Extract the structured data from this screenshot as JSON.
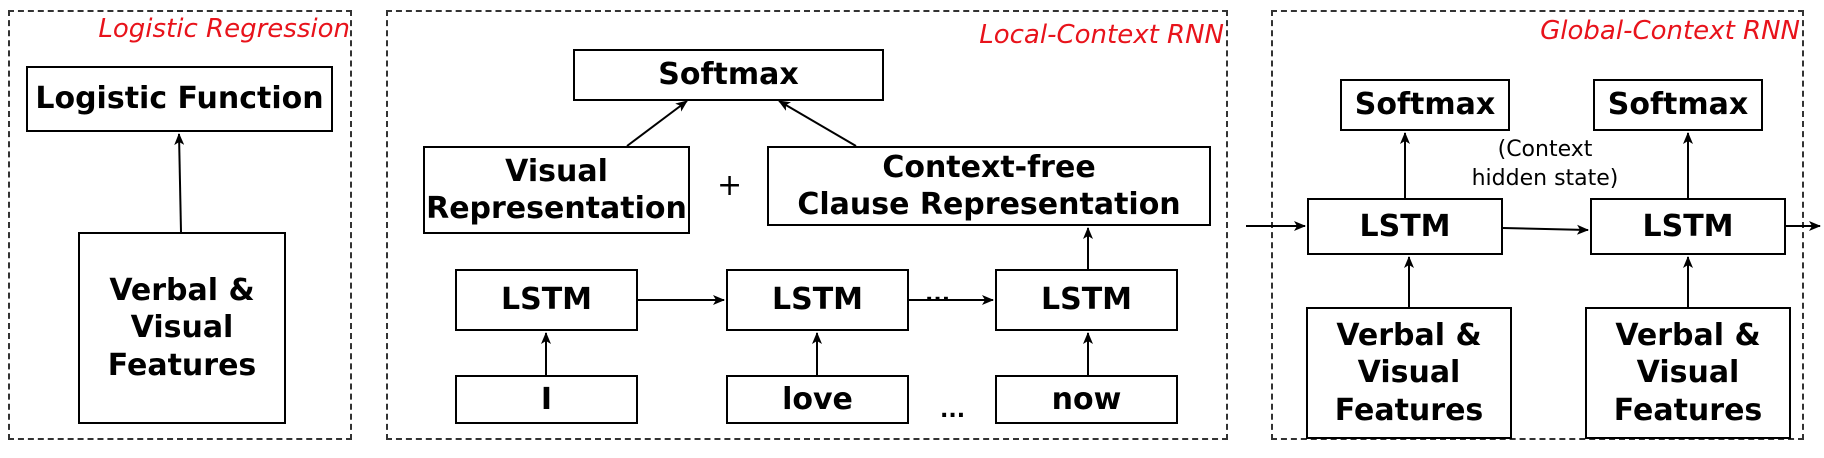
{
  "panels": {
    "logistic": {
      "title": "Logistic Regression",
      "top_box": "Logistic Function",
      "bottom_box": [
        "Verbal &",
        "Visual",
        "Features"
      ]
    },
    "local": {
      "title": "Local-Context RNN",
      "softmax": "Softmax",
      "visual_rep": [
        "Visual",
        "Representation"
      ],
      "plus": "+",
      "clause_rep": [
        "Context-free",
        "Clause Representation"
      ],
      "lstm": "LSTM",
      "words": [
        "I",
        "love",
        "now"
      ],
      "ellipsis": "...",
      "ellipsis_small": "..."
    },
    "global": {
      "title": "Global-Context RNN",
      "softmax": "Softmax",
      "lstm": "LSTM",
      "features": [
        "Verbal &",
        "Visual",
        "Features"
      ],
      "hidden_state_note": [
        "(Context",
        "hidden state)"
      ]
    }
  }
}
